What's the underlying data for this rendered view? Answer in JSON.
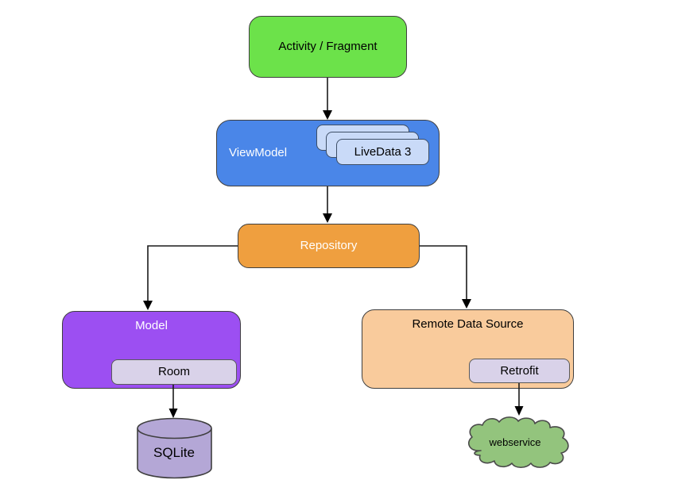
{
  "diagram": {
    "nodes": {
      "activity": {
        "label": "Activity / Fragment",
        "fill": "#6ce24a",
        "text_color": "#000000"
      },
      "viewmodel": {
        "label": "ViewModel",
        "fill": "#4a86e8",
        "text_color": "#ffffff"
      },
      "livedata": {
        "label": "LiveData 3",
        "fill": "#c9daf8",
        "text_color": "#000000",
        "stack_count": 3
      },
      "repository": {
        "label": "Repository",
        "fill": "#ef9f3f",
        "text_color": "#ffffff"
      },
      "model": {
        "label": "Model",
        "fill": "#9c4ff2",
        "text_color": "#ffffff"
      },
      "room": {
        "label": "Room",
        "fill": "#d9d2e9",
        "text_color": "#000000"
      },
      "remote_data_source": {
        "label": "Remote Data Source",
        "fill": "#f9cb9c",
        "text_color": "#000000"
      },
      "retrofit": {
        "label": "Retrofit",
        "fill": "#d9d2e9",
        "text_color": "#000000"
      },
      "sqlite": {
        "label": "SQLite",
        "fill": "#b4a7d6",
        "text_color": "#000000"
      },
      "webservice": {
        "label": "webservice",
        "fill": "#93c47d",
        "text_color": "#000000"
      }
    },
    "edges": [
      {
        "from": "activity",
        "to": "viewmodel"
      },
      {
        "from": "viewmodel",
        "to": "repository"
      },
      {
        "from": "repository",
        "to": "model"
      },
      {
        "from": "repository",
        "to": "remote_data_source"
      },
      {
        "from": "room",
        "to": "sqlite"
      },
      {
        "from": "retrofit",
        "to": "webservice"
      }
    ],
    "colors": {
      "background": "#ffffff",
      "edge_stroke": "#1a1a1a",
      "main_border": "#3f3f3f",
      "stack_border": "#3d4e66",
      "sub_border": "#5a5a5a"
    }
  }
}
